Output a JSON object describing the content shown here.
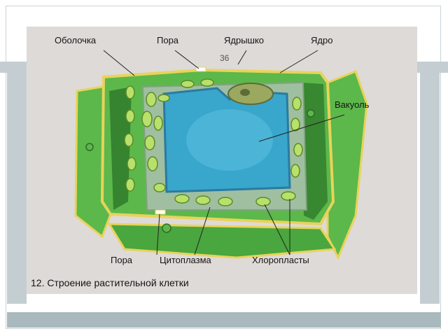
{
  "labels": {
    "wall": "Оболочка",
    "pore_top": "Пора",
    "nucleolus": "Ядрышко",
    "nucleus": "Ядро",
    "vacuole": "Вакуоль",
    "pore_bottom": "Пора",
    "cytoplasm": "Цитоплазма",
    "chloroplasts": "Хлоропласты"
  },
  "page_number": "36",
  "caption": "12. Строение растительной клетки",
  "colors": {
    "cell_green": "#5cb84a",
    "dark_green": "#2f7a2a",
    "cytoplasm": "#9fbfa0",
    "vacuole": "#39a6cc",
    "wall_yellow": "#e8d35a",
    "chloroplast": "#b9e06a"
  }
}
